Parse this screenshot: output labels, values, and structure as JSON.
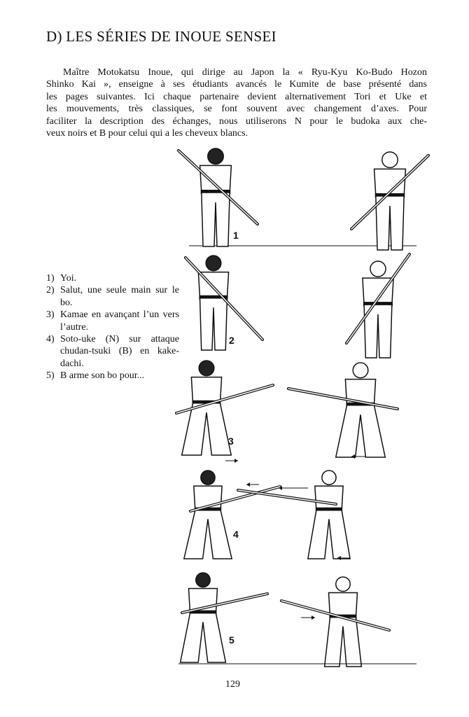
{
  "title": "D) LES SÉRIES DE INOUE SENSEI",
  "intro_lines": [
    "Maître Motokatsu Inoue, qui dirige au Japon la « Ryu-Kyu Ko-Budo Hozon",
    "Shinko Kai », enseigne à ses étudiants avancés le Kumite de base présenté dans",
    "les pages suivantes. Ici chaque partenaire devient alternativement Tori et Uke et",
    "les mouvements, très classiques, se font souvent avec changement d’axes. Pour",
    "faciliter la description des échanges, nous utiliserons N pour le budoka aux che-",
    "veux noirs et B pour celui qui a les cheveux blancs."
  ],
  "steps": [
    {
      "n": "1)",
      "text": "Yoi."
    },
    {
      "n": "2)",
      "text": "Salut, une seule main sur le bo."
    },
    {
      "n": "3)",
      "text": "Kamae en avançant l’un vers l’autre."
    },
    {
      "n": "4)",
      "text": "Soto-uke (N) sur attaque chudan-tsuki (B) en kake-dachi."
    },
    {
      "n": "5)",
      "text": "B arme son bo pour..."
    }
  ],
  "figure_numbers": [
    "1",
    "2",
    "3",
    "4",
    "5"
  ],
  "page_number": "129"
}
